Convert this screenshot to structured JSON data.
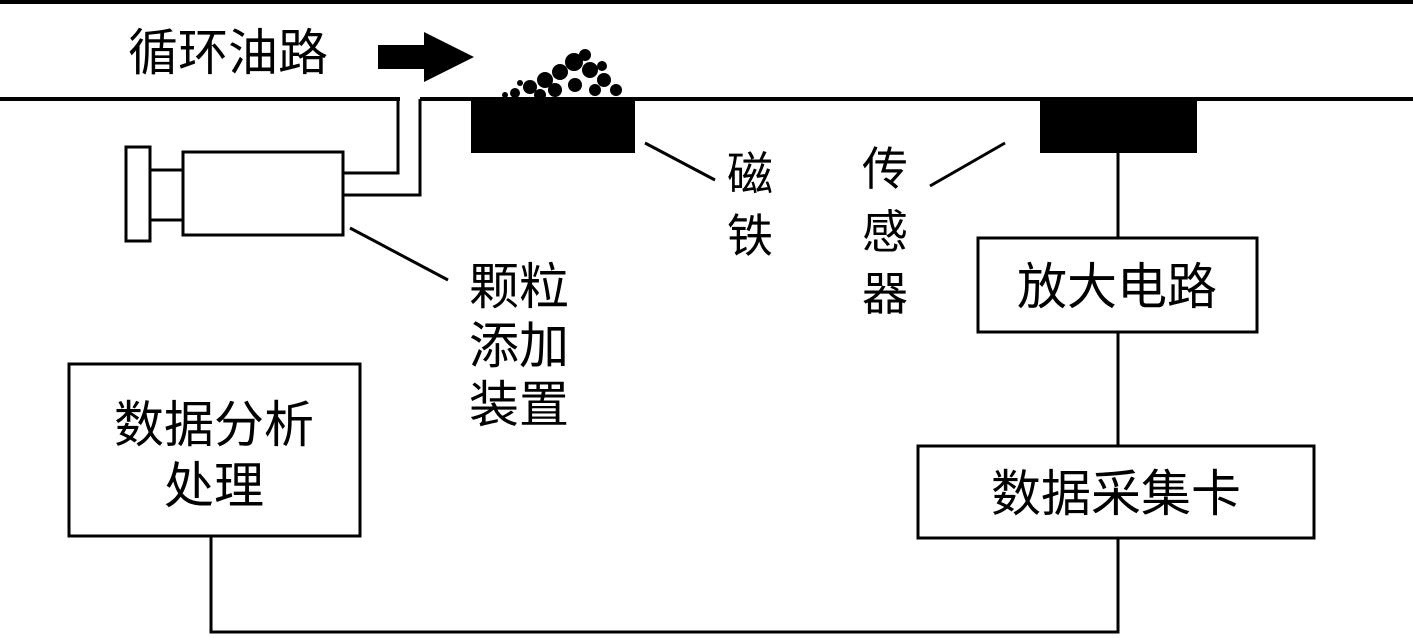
{
  "labels": {
    "oil_path": "循环油路",
    "magnet": [
      "磁",
      "铁"
    ],
    "sensor": [
      "传",
      "感",
      "器"
    ],
    "particle_device": [
      "颗粒",
      "添加",
      "装置"
    ],
    "amplifier": "放大电路",
    "data_card": "数据采集卡",
    "analysis": [
      "数据分析",
      "处理"
    ]
  },
  "colors": {
    "line": "#000000",
    "background": "#ffffff"
  }
}
